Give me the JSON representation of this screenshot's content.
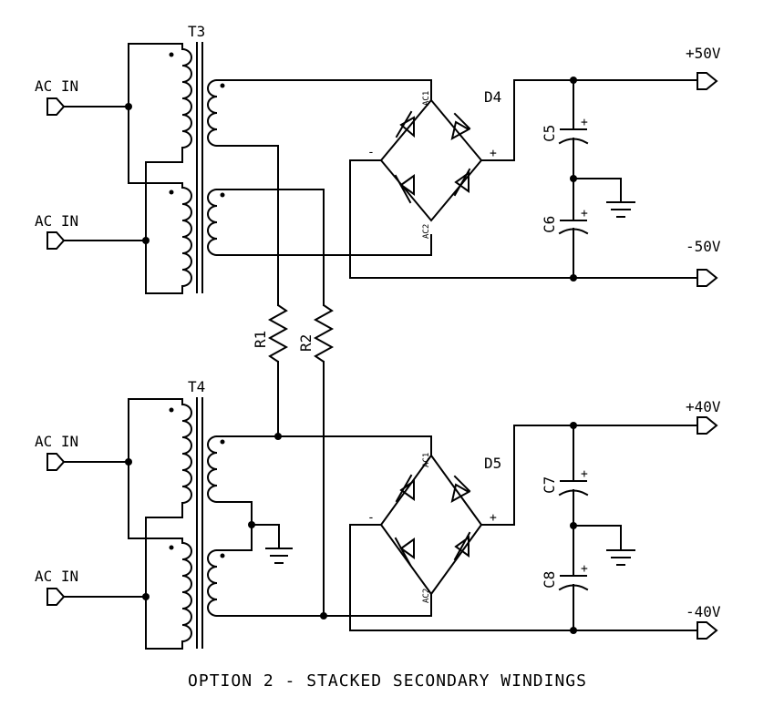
{
  "labels": {
    "ac_in": "AC IN",
    "t3": "T3",
    "t4": "T4",
    "d4": "D4",
    "d5": "D5",
    "c5": "C5",
    "c6": "C6",
    "c7": "C7",
    "c8": "C8",
    "r1": "R1",
    "r2": "R2",
    "ac1": "AC1",
    "ac2": "AC2",
    "plus": "+",
    "minus": "-",
    "out_p50": "+50V",
    "out_m50": "-50V",
    "out_p40": "+40V",
    "out_m40": "-40V"
  },
  "caption": "OPTION 2 - STACKED SECONDARY WINDINGS"
}
